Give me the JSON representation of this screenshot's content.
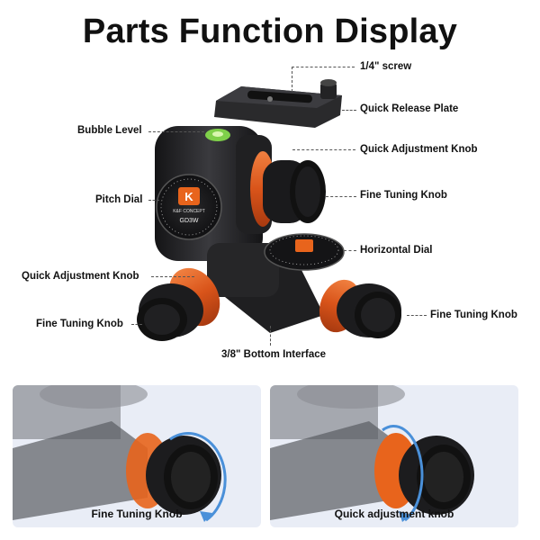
{
  "title": "Parts Function Display",
  "callouts": {
    "screw": "1/4\" screw",
    "quick_release_plate": "Quick Release Plate",
    "bubble_level": "Bubble Level",
    "quick_adjustment_knob_top": "Quick Adjustment Knob",
    "pitch_dial": "Pitch Dial",
    "fine_tuning_knob_right": "Fine Tuning Knob",
    "horizontal_dial": "Horizontal Dial",
    "quick_adjustment_knob_left": "Quick Adjustment Knob",
    "fine_tuning_knob_left": "Fine Tuning Knob",
    "fine_tuning_knob_front": "Fine Tuning Knob",
    "bottom_interface": "3/8\" Bottom Interface"
  },
  "dial": {
    "brand": "K&F CONCEPT",
    "model": "GD3W",
    "logo_letter": "K"
  },
  "panels": {
    "left_caption": "Fine Tuning Knob",
    "right_caption": "Quick adjustment knob"
  },
  "colors": {
    "accent_orange": "#e8641c",
    "body_black": "#1c1c1e",
    "panel_bg": "#e9edf6",
    "arrow_blue": "#4a90d9"
  }
}
